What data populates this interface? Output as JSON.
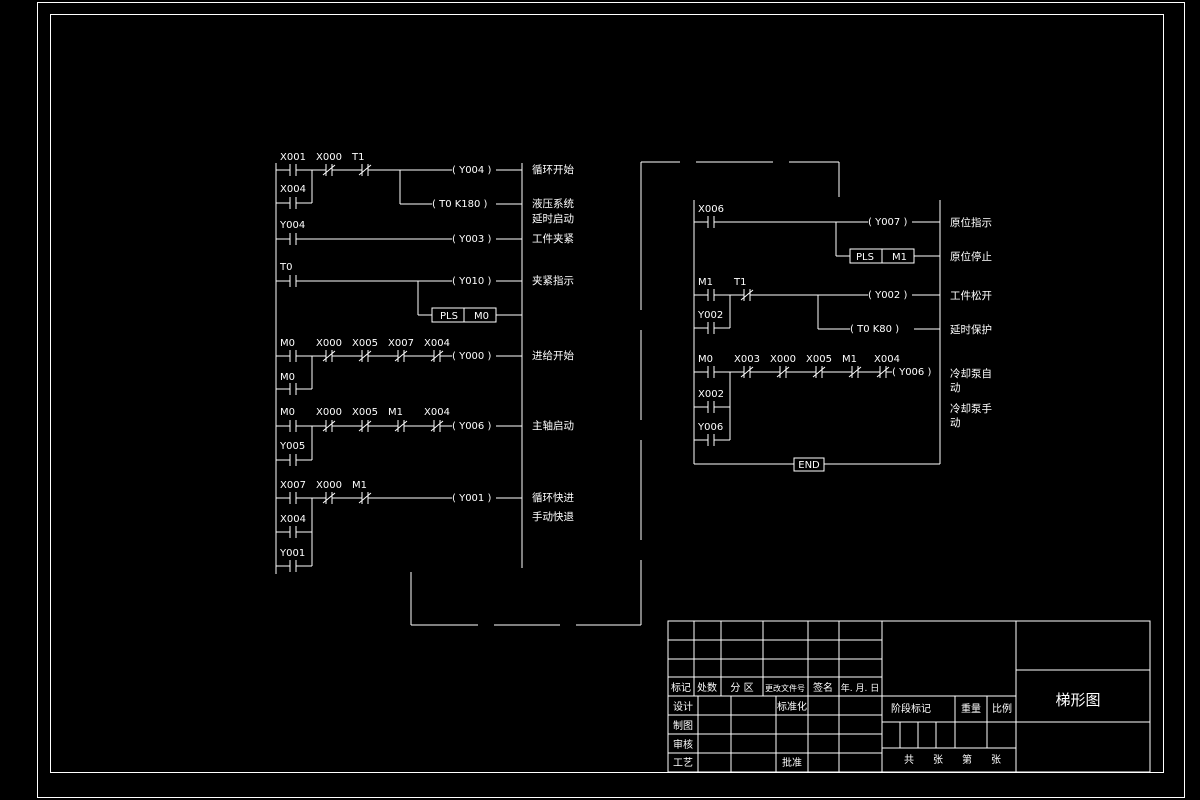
{
  "drawing_title": "梯形图",
  "left": {
    "r1": {
      "c1": "X001",
      "c2": "X000",
      "c3": "T1",
      "coil": "( Y004 )",
      "cm": "循环开始",
      "b1": "X004",
      "coil2": "( T0 K180 )",
      "cm2a": "液压系统",
      "cm2b": "延时启动"
    },
    "r2": {
      "c1": "Y004",
      "coil": "( Y003 )",
      "cm": "工件夹紧"
    },
    "r3": {
      "c1": "T0",
      "coil": "( Y010 )",
      "cm": "夹紧指示",
      "pls": "PLS",
      "pls_dev": "M0"
    },
    "r4": {
      "c1": "M0",
      "c2": "X000",
      "c3": "X005",
      "c4": "X007",
      "c5": "X004",
      "coil": "( Y000 )",
      "cm": "进给开始",
      "b1": "M0"
    },
    "r5": {
      "c1": "M0",
      "c2": "X000",
      "c3": "X005",
      "c4": "M1",
      "c5": "X004",
      "coil": "( Y006 )",
      "cm": "主轴启动",
      "b1": "Y005"
    },
    "r6": {
      "c1": "X007",
      "c2": "X000",
      "c3": "M1",
      "coil": "( Y001 )",
      "cm": "循环快进",
      "cm2": "手动快退",
      "b1": "X004",
      "b2": "Y001"
    }
  },
  "right": {
    "r1": {
      "c1": "X006",
      "coil": "( Y007 )",
      "cm": "原位指示",
      "pls": "PLS",
      "pls_dev": "M1",
      "cm2": "原位停止"
    },
    "r2": {
      "c1": "M1",
      "c2": "T1",
      "coil": "( Y002 )",
      "cm": "工件松开",
      "b1": "Y002",
      "coil2": "( T0  K80 )",
      "cm2": "延时保护"
    },
    "r3": {
      "c1": "M0",
      "c2": "X003",
      "c3": "X000",
      "c4": "X005",
      "c5": "M1",
      "c6": "X004",
      "coil": "( Y006 )",
      "cm1": "冷却泵自",
      "cm1b": "动",
      "cm2": "冷却泵手",
      "cm2b": "动",
      "b1": "X002",
      "b2": "Y006"
    },
    "end": "END"
  },
  "title_block": {
    "r_mark": "标记",
    "r_qty": "处数",
    "r_zone": "分 区",
    "r_doc": "更改文件号",
    "r_sign": "签名",
    "r_date": "年. 月. 日",
    "design": "设计",
    "standard": "标准化",
    "draw": "制图",
    "check": "审核",
    "process": "工艺",
    "approve": "批准",
    "stage": "阶段标记",
    "weight": "重量",
    "scale": "比例",
    "total": "共",
    "sheets": "张",
    "page": "第",
    "sheet": "张"
  }
}
